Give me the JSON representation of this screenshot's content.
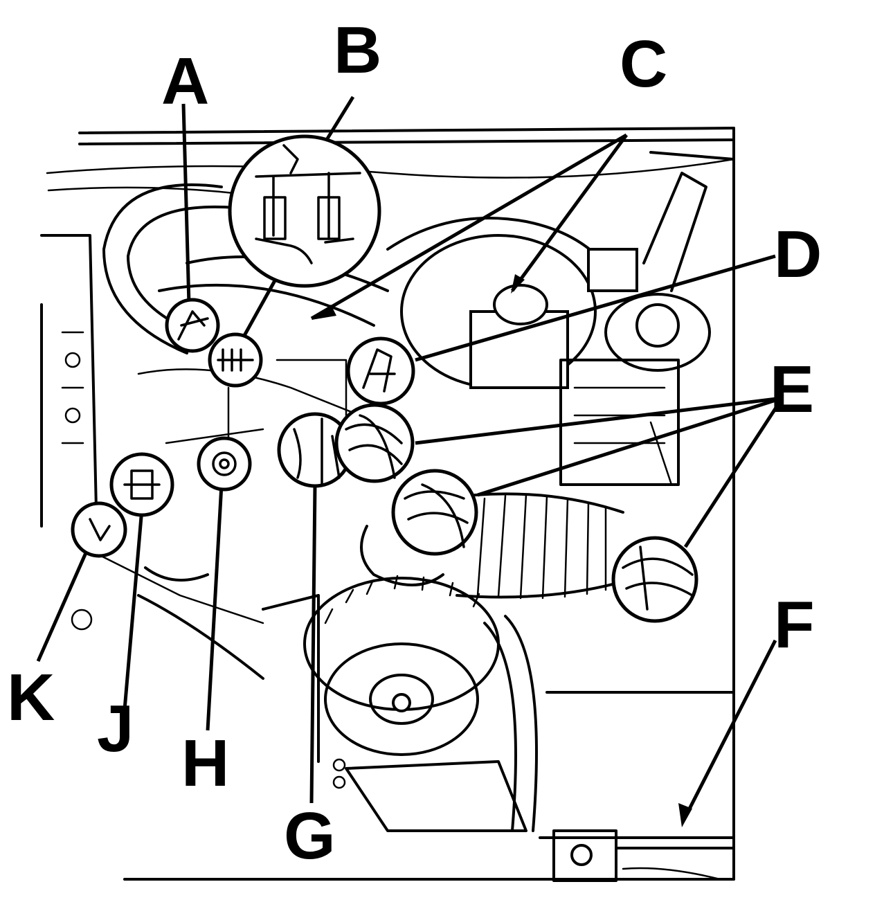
{
  "callouts": {
    "A": "A",
    "B": "B",
    "C": "C",
    "D": "D",
    "E": "E",
    "F": "F",
    "G": "G",
    "H": "H",
    "J": "J",
    "K": "K"
  }
}
